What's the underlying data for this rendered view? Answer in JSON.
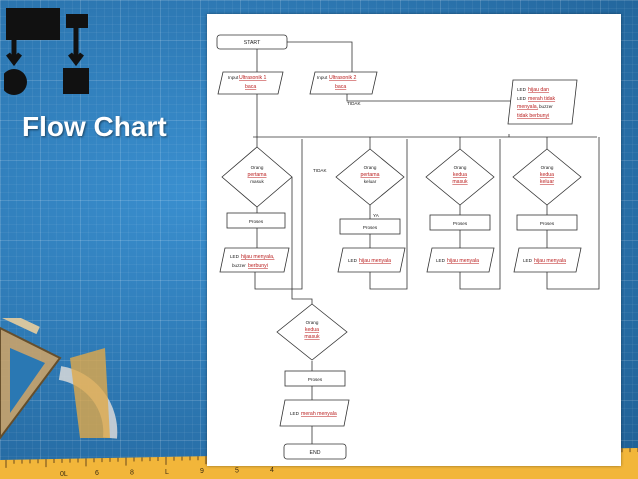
{
  "slide": {
    "title": "Flow Chart",
    "logo_icon": "flowchart-icon",
    "colors": {
      "background": "#2a78b3",
      "ruler": "#f2b63a",
      "title": "#ffffff"
    }
  },
  "ruler": {
    "numbers": [
      "0L",
      "6",
      "8",
      "L",
      "9",
      "5",
      "4"
    ]
  },
  "flowchart": {
    "start": "START",
    "input1": [
      "Input",
      "Ultrasonik 1",
      "baca"
    ],
    "input2": [
      "Input",
      "Ultrasonik 2",
      "baca"
    ],
    "tidak_top": "TIDAK",
    "led_off": [
      "LED",
      "hijau dan",
      "LED",
      "merah tidak",
      "menyala,",
      "buzzer",
      "tidak berbunyi"
    ],
    "d1": [
      "Orang",
      "pertama",
      "masuk"
    ],
    "d2": [
      "Orang",
      "pertama",
      "keluar"
    ],
    "d3": [
      "Orang",
      "kedua",
      "masuk"
    ],
    "d4": [
      "Orang",
      "kedua",
      "keluar"
    ],
    "tidak_mid": "TIDAK",
    "ya": "YA",
    "proses": "Proses",
    "out1": [
      "LED",
      "hijau menyala,",
      "buzzer",
      "berbunyi"
    ],
    "out_hijau": [
      "LED",
      "hijau menyala"
    ],
    "d5": [
      "Orang",
      "kedua",
      "masuk"
    ],
    "out_merah": [
      "LED",
      "merah menyala"
    ],
    "end": "END"
  }
}
